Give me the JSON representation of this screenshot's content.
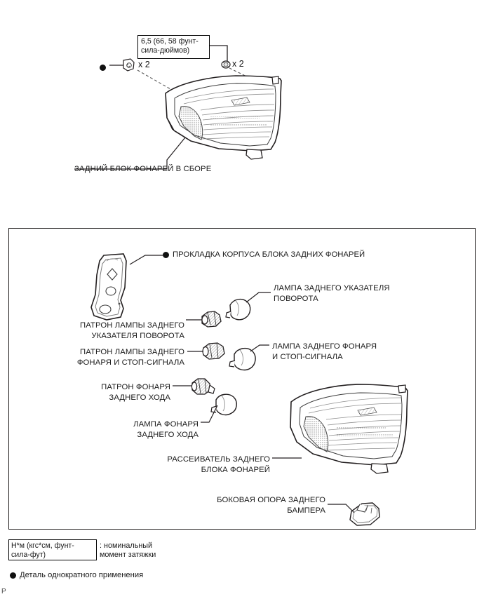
{
  "document": {
    "corner_mark": "P"
  },
  "top_section": {
    "torque_note": "6,5 (66, 58 фунт-\nсила-дюймов)",
    "fastener_left_qty": "x 2",
    "fastener_right_qty": "x 2",
    "assembly_label": "ЗАДНИЙ БЛОК ФОНАРЕЙ В СБОРЕ",
    "icons": {
      "one_time_part": "filled-circle-icon",
      "clip": "clip-icon",
      "screw": "screw-icon"
    }
  },
  "exploded_panel": {
    "labels": {
      "gasket": "ПРОКЛАДКА КОРПУСА БЛОКА ЗАДНИХ ФОНАРЕЙ",
      "turn_lamp": "ЛАМПА ЗАДНЕГО УКАЗАТЕЛЯ\nПОВОРОТА",
      "turn_socket": "ПАТРОН ЛАМПЫ ЗАДНЕГО\nУКАЗАТЕЛЯ ПОВОРОТА",
      "tail_stop_socket": "ПАТРОН ЛАМПЫ ЗАДНЕГО\nФОНАРЯ И СТОП-СИГНАЛА",
      "tail_stop_lamp": "ЛАМПА ЗАДНЕГО ФОНАРЯ\nИ СТОП-СИГНАЛА",
      "backup_socket": "ПАТРОН ФОНАРЯ\nЗАДНЕГО ХОДА",
      "backup_lamp": "ЛАМПА ФОНАРЯ\nЗАДНЕГО ХОДА",
      "lens": "РАССЕИВАТЕЛЬ ЗАДНЕГО\nБЛОКА ФОНАРЕЙ",
      "bumper_support": "БОКОВАЯ ОПОРА ЗАДНЕГО\nБАМПЕРА"
    }
  },
  "legend": {
    "units": "Н*м (кгс*см, фунт-\nсила-фут)",
    "units_meaning": ": номинальный\nмомент затяжки",
    "one_time_part": "Деталь однократного применения"
  }
}
